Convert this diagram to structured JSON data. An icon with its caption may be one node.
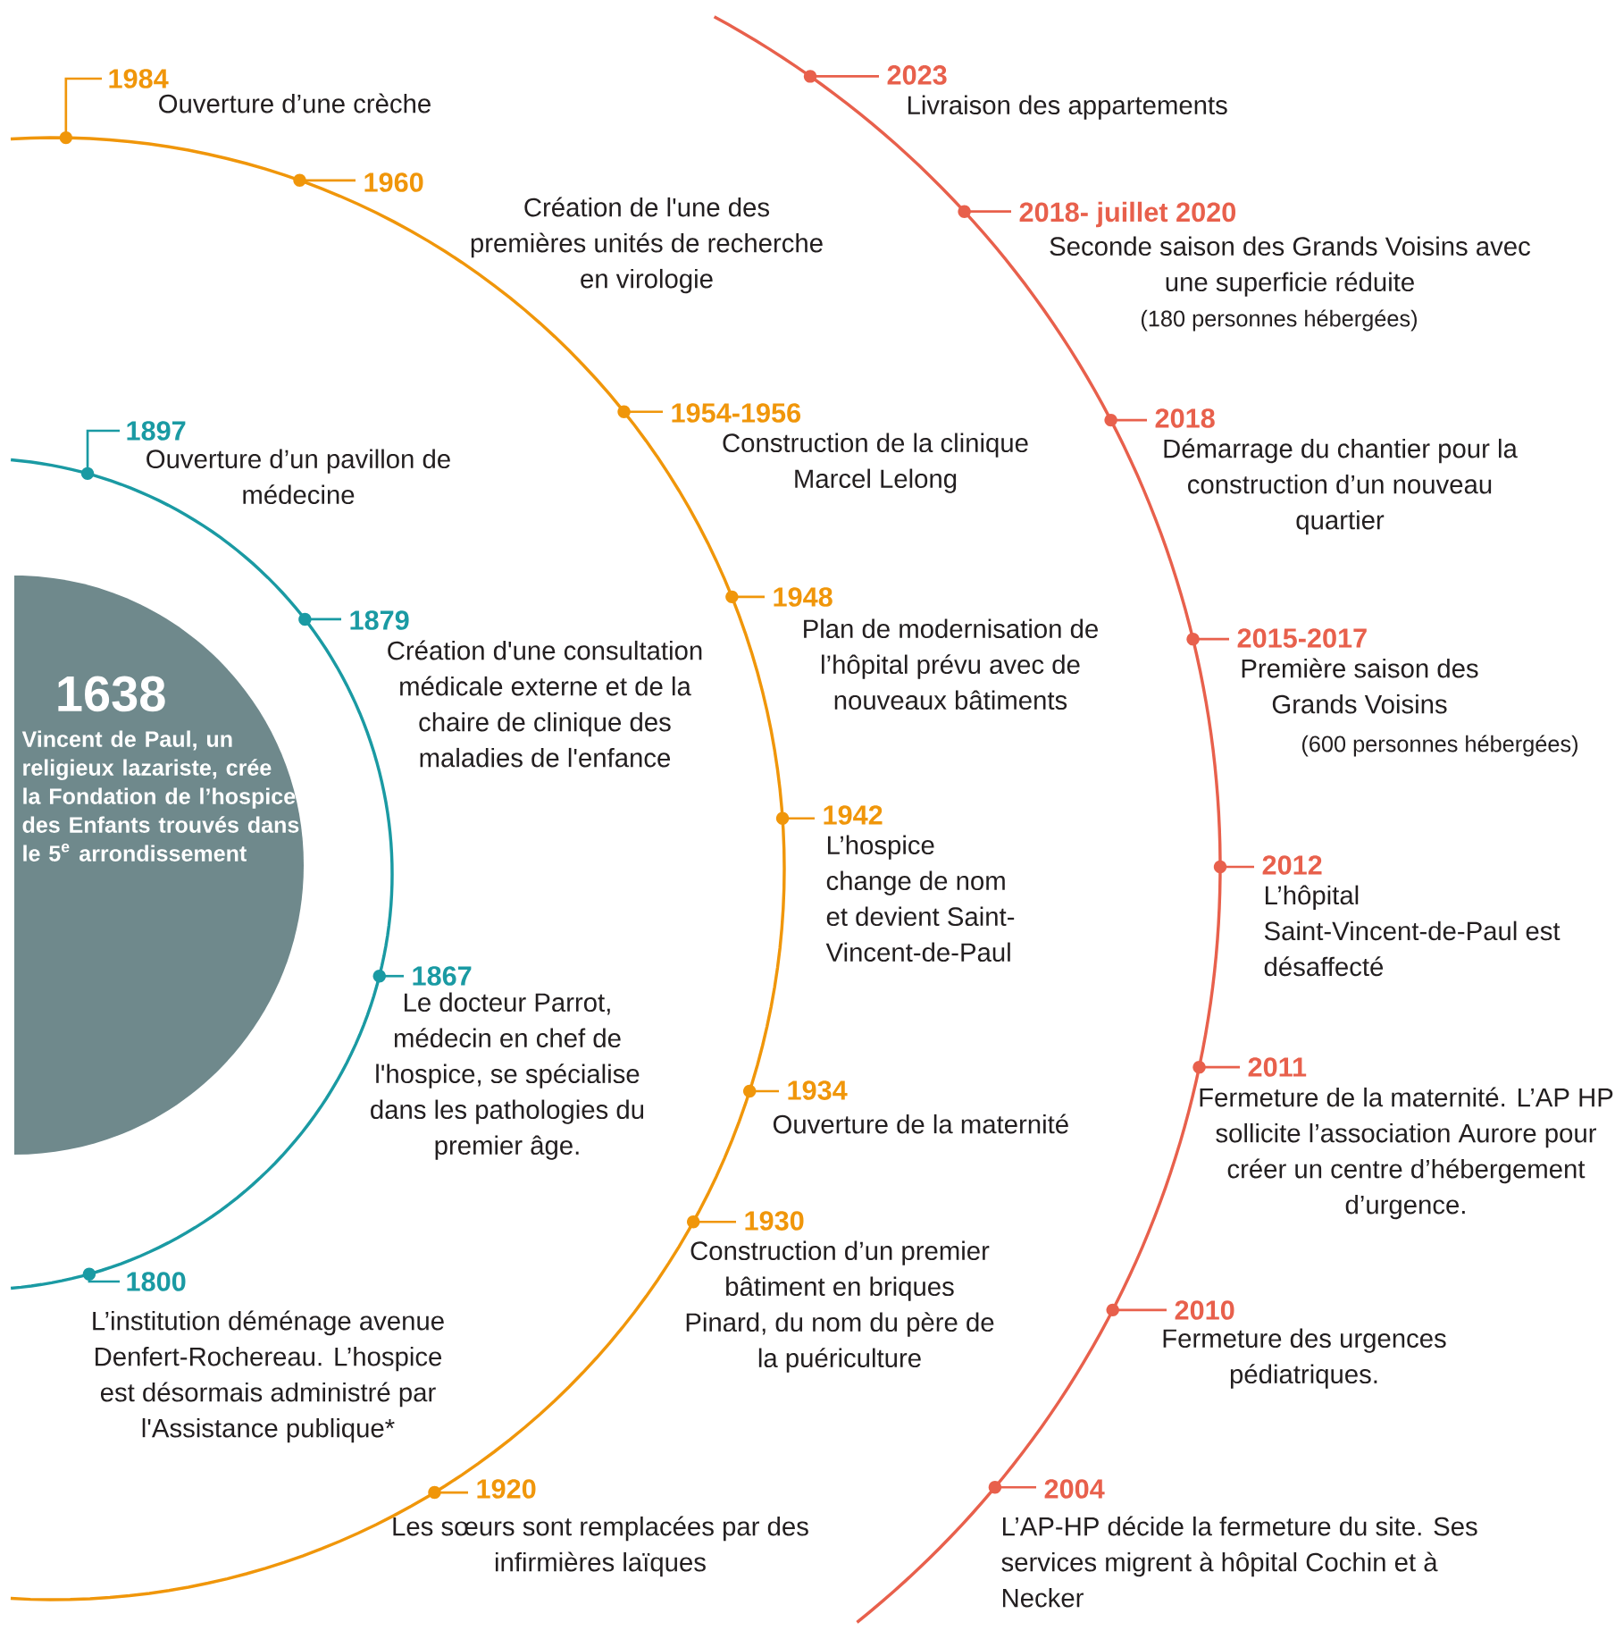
{
  "diagram": {
    "nodes": [
      {
        "text": [
          "1638",
          "Vincent de Paul, un religieux lazariste, crée la Fondation de l’hospice des Enfants trouvés dans le 5$^{e}$ arrondissement"
        ]
      }
    ],
    "labels": [
      "1897",
      "Ouverture d’un pavillon de médecine",
      "1879",
      "Création d'une consultation médicale externe et de la chaire de clinique des maladies de l'enfance",
      "1867",
      "Le docteur Parrot, médecin en chef de l'hospice, se spécialise dans les pathologies du premier âge.",
      "1800",
      "L’institution déménage avenue Denfert-Rochereau. L’hospice est désormais administré par l'Assistance publique*",
      "1984",
      "Ouverture d’une crèche",
      "1960",
      "Création de l'une des premières unités de recherche en virologie",
      "1954-1956",
      "Construction de la clinique Marcel Lelong",
      "1948",
      "Plan de modernisation de l’hôpital prévu avec de nouveaux bâtiments",
      "1942",
      "L’hospice change de nom et devient Saint-Vincent-de-Paul",
      "1934",
      "Ouverture de la maternité",
      "1930",
      "Construction d’un premier bâtiment en briques Pinard, du nom du père de la puériculture",
      "1920",
      "Les sœurs sont remplacées par des infirmières laïques",
      "2023",
      "Livraison des appartements",
      "2018- juillet 2020",
      "Seconde saison des Grands Voisins avec une superficie réduite",
      "(180 personnes hébergées)",
      "2018",
      "Démarrage du chantier pour la construction d’un nouveau quartier",
      "2015-2017",
      "Première saison des Grands Voisins",
      "(600 personnes hébergées)",
      "2012",
      "L’hôpital Saint-Vincent-de-Paul est désaffecté",
      "2011",
      "Fermeture de la maternité. L’AP HP sollicite l’association Aurore pour créer un centre d’hébergement d’urgence.",
      "2010",
      "Fermeture des urgences pédiatriques.",
      "2004",
      "L’AP-HP décide la fermeture du site. Ses services migrent à hôpital Cochin et à Necker"
    ]
  }
}
